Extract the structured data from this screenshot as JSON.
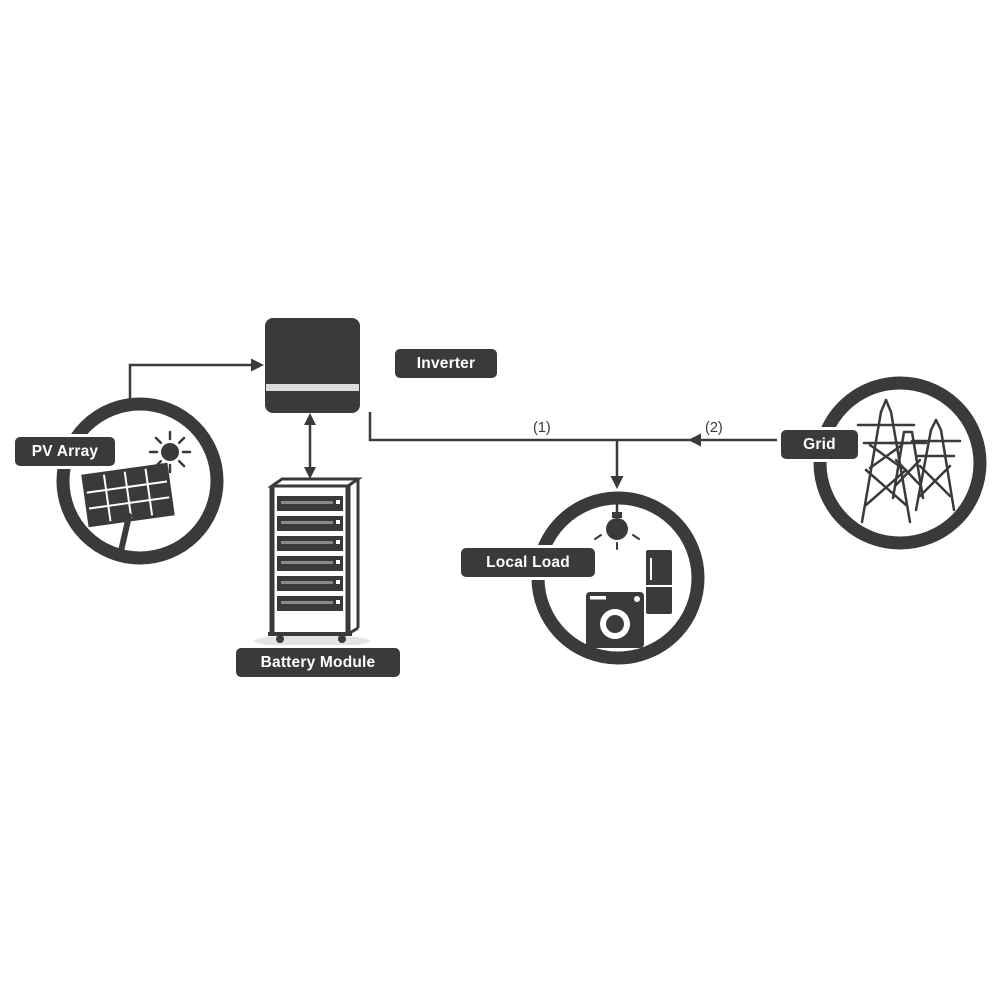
{
  "colors": {
    "ink": "#3a3a3a",
    "background": "#ffffff",
    "label_bg": "#3a3a3a",
    "label_text": "#ffffff"
  },
  "nodes": {
    "pv_array": {
      "label": "PV Array",
      "icon": "solar-panel-sun-icon"
    },
    "inverter": {
      "label": "Inverter",
      "icon": "inverter-box-icon"
    },
    "battery_module": {
      "label": "Battery Module",
      "icon": "battery-rack-icon"
    },
    "local_load": {
      "label": "Local Load",
      "icon": "appliances-icon"
    },
    "grid": {
      "label": "Grid",
      "icon": "transmission-towers-icon"
    }
  },
  "flows": {
    "f1": {
      "label": "(1)"
    },
    "f2": {
      "label": "(2)"
    }
  }
}
